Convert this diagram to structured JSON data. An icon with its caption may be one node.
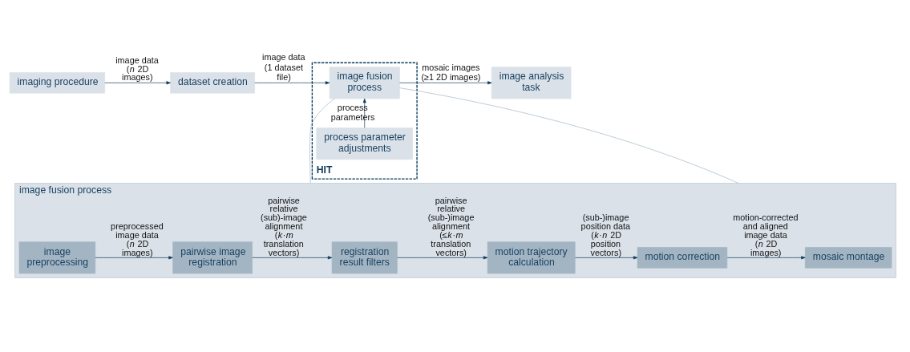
{
  "diagram": {
    "nodes": [
      {
        "text": [
          "imaging procedure"
        ]
      },
      {
        "text": [
          "dataset creation"
        ]
      },
      {
        "text": [
          "HIT"
        ]
      },
      {
        "text": [
          "process parameter adjustments"
        ],
        "in": 2
      },
      {
        "text": [
          "image fusion process"
        ],
        "in": 2
      },
      {
        "text": [
          "image analysis task"
        ]
      },
      {
        "text": [
          "image fusion process"
        ]
      },
      {
        "text": [
          "image preprocessing"
        ],
        "in": 6
      },
      {
        "text": [
          "pairwise image registration"
        ],
        "in": 6
      },
      {
        "text": [
          "registration result filters"
        ],
        "in": 6
      },
      {
        "text": [
          "motion trajectory calculation"
        ],
        "in": 6
      },
      {
        "text": [
          "motion correction"
        ],
        "in": 6
      },
      {
        "text": [
          "mosaic montage"
        ],
        "in": 6
      }
    ],
    "edges": [
      {
        "from": 0,
        "to": 1,
        "arrow": "to",
        "label": "image data (*n* 2D images)"
      },
      {
        "from": 1,
        "to": 4,
        "arrow": "to",
        "label": "image data (1 dataset file)"
      },
      {
        "from": 3,
        "to": 4,
        "arrow": "to",
        "label": "process parameters"
      },
      {
        "from": 4,
        "to": 5,
        "arrow": "to",
        "label": "mosaic images (≥1 2D images)"
      },
      {
        "from": 4,
        "to": 6,
        "arrow": "none",
        "color": "#9fb4c4"
      },
      {
        "from": 4,
        "to": 6,
        "arrow": "none",
        "color": "#9fb4c4"
      },
      {
        "from": 7,
        "to": 8,
        "arrow": "to",
        "label": "preprocessed image data (*n* 2D images)"
      },
      {
        "from": 8,
        "to": 9,
        "arrow": "to",
        "label": "pairwise relative (sub)-image alignment (*k*·*m* translation vectors)"
      },
      {
        "from": 9,
        "to": 10,
        "arrow": "to",
        "label": "pairwise relative (sub-)image alignment (≤*k*·*m* translation vectors)"
      },
      {
        "from": 10,
        "to": 11,
        "arrow": "to",
        "label": "(sub-)image position data (*k*·*n* 2D position vectors)"
      },
      {
        "from": 11,
        "to": 12,
        "arrow": "to",
        "label": "motion-corrected and aligned image data (*n* 2D images)"
      }
    ]
  }
}
